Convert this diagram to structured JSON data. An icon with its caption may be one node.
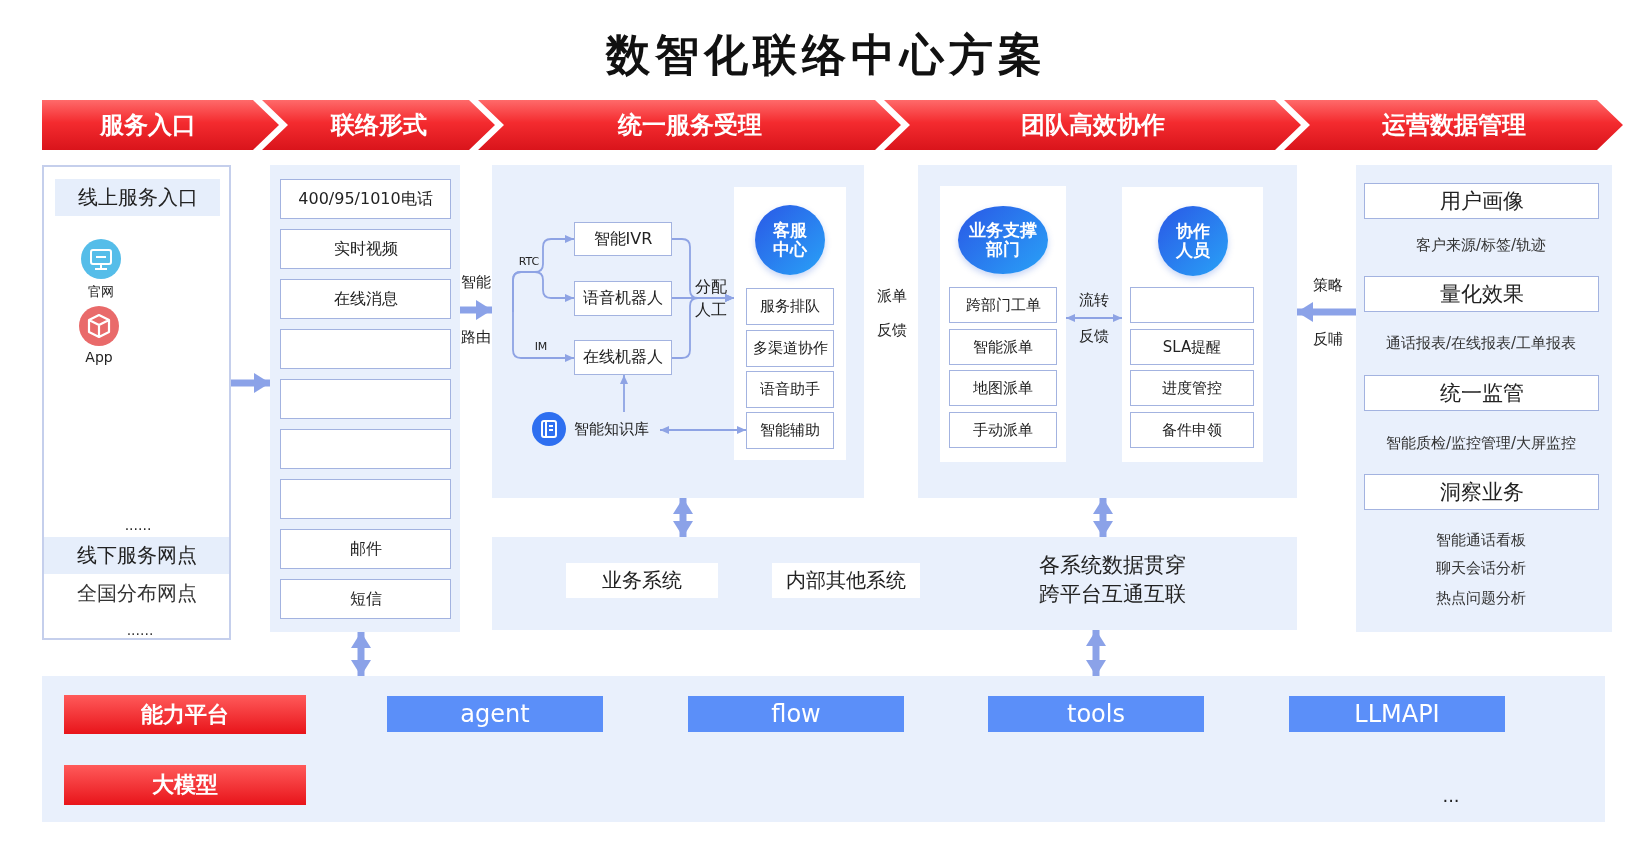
{
  "diagram": {
    "title": "数智化联络中心方案",
    "nodes": [
      {
        "text": [
          "服务入口"
        ]
      },
      {
        "text": [
          "联络形式"
        ]
      },
      {
        "text": [
          "统一服务受理"
        ]
      },
      {
        "text": [
          "团队高效协作"
        ]
      },
      {
        "text": [
          "运营数据管理"
        ]
      },
      {
        "text": [],
        "shape": "box"
      },
      {
        "text": [
          "线上服务入口"
        ],
        "in": 5
      },
      {
        "text": [
          "线下服务网点"
        ],
        "in": 5,
        "beside": [
          "全国分布网点",
          "......"
        ]
      },
      {
        "text": [],
        "shape": "box"
      },
      {
        "text": [
          "400/95/1010电话"
        ],
        "in": 8
      },
      {
        "text": [
          "实时视频"
        ],
        "in": 8
      },
      {
        "text": [
          "在线消息"
        ],
        "in": 8
      },
      {
        "text": [],
        "shape": "box",
        "in": 8
      },
      {
        "text": [],
        "shape": "box",
        "in": 8
      },
      {
        "text": [],
        "shape": "box",
        "in": 8
      },
      {
        "text": [],
        "shape": "box",
        "in": 8
      },
      {
        "text": [
          "邮件"
        ],
        "in": 8
      },
      {
        "text": [
          "短信"
        ],
        "in": 8
      },
      {
        "text": [],
        "shape": "box"
      },
      {
        "text": [
          "智能IVR"
        ],
        "in": 18
      },
      {
        "text": [
          "语音机器人"
        ],
        "in": 18
      },
      {
        "text": [
          "在线机器人"
        ],
        "in": 18
      },
      {
        "text": [
          "智能知识库"
        ],
        "in": 18
      },
      {
        "text": [],
        "shape": "box",
        "in": 18
      },
      {
        "text": [
          "客服中心"
        ],
        "in": 23
      },
      {
        "text": [
          "服务排队"
        ],
        "in": 23
      },
      {
        "text": [
          "多渠道协作"
        ],
        "in": 23
      },
      {
        "text": [
          "语音助手"
        ],
        "in": 23
      },
      {
        "text": [
          "智能辅助"
        ],
        "in": 23
      },
      {
        "text": [],
        "shape": "box"
      },
      {
        "text": [],
        "shape": "box",
        "in": 29
      },
      {
        "text": [
          "业务支撑部门"
        ],
        "in": 30
      },
      {
        "text": [
          "跨部门工单"
        ],
        "in": 30
      },
      {
        "text": [
          "智能派单"
        ],
        "in": 30
      },
      {
        "text": [
          "地图派单"
        ],
        "in": 30
      },
      {
        "text": [
          "手动派单"
        ],
        "in": 30
      },
      {
        "text": [],
        "shape": "box",
        "in": 29
      },
      {
        "text": [
          "协作人员"
        ],
        "in": 36
      },
      {
        "text": [],
        "shape": "box",
        "in": 36
      },
      {
        "text": [
          "SLA提醒"
        ],
        "in": 36
      },
      {
        "text": [
          "进度管控"
        ],
        "in": 36
      },
      {
        "text": [
          "备件申领"
        ],
        "in": 36
      },
      {
        "text": [],
        "shape": "box"
      },
      {
        "text": [
          "用户画像"
        ],
        "in": 42,
        "beside": [
          "客户来源/标签/轨迹"
        ]
      },
      {
        "text": [
          "量化效果"
        ],
        "in": 42,
        "beside": [
          "通话报表/在线报表/工单报表"
        ]
      },
      {
        "text": [
          "统一监管"
        ],
        "in": 42,
        "beside": [
          "智能质检/监控管理/大屏监控"
        ]
      },
      {
        "text": [
          "洞察业务"
        ],
        "in": 42,
        "beside": [
          "智能通话看板",
          "聊天会话分析",
          "热点问题分析"
        ]
      },
      {
        "text": [
          "各系统数据贯穿跨平台互通互联"
        ]
      },
      {
        "text": [
          "业务系统"
        ],
        "in": 47
      },
      {
        "text": [
          "内部其他系统"
        ],
        "in": 47
      },
      {
        "text": [],
        "shape": "box"
      },
      {
        "text": [
          "能力平台"
        ],
        "in": 50
      },
      {
        "text": [
          "agent"
        ],
        "in": 50
      },
      {
        "text": [
          "flow"
        ],
        "in": 50
      },
      {
        "text": [
          "tools"
        ],
        "in": 50
      },
      {
        "text": [
          "LLMAPI"
        ],
        "in": 50
      },
      {
        "text": [
          "大模型"
        ],
        "in": 50
      }
    ],
    "edges": [
      {
        "from": 5,
        "to": 8,
        "arrow": "to",
        "style": "thick"
      },
      {
        "from": 8,
        "to": 18,
        "arrow": "to",
        "label": "智能路由",
        "style": "thick"
      },
      {
        "from": null,
        "to": 19,
        "arrow": "to",
        "label": "RTC"
      },
      {
        "from": null,
        "to": 20,
        "arrow": "to"
      },
      {
        "from": null,
        "to": 21,
        "arrow": "to",
        "label": "IM"
      },
      {
        "from": 19,
        "to": 23,
        "arrow": "to"
      },
      {
        "from": 20,
        "to": 23,
        "arrow": "to",
        "label": "分配人工"
      },
      {
        "from": 21,
        "to": 23,
        "arrow": "to"
      },
      {
        "from": 22,
        "to": 21,
        "arrow": "to"
      },
      {
        "from": 22,
        "to": 28,
        "arrow": "both"
      },
      {
        "from": 30,
        "to": 36,
        "arrow": "both",
        "label": "流转反馈"
      },
      {
        "from": 42,
        "to": 29,
        "arrow": "to",
        "label": "策略反哺",
        "style": "thick"
      },
      {
        "from": 18,
        "to": 47,
        "arrow": "both",
        "style": "thick"
      },
      {
        "from": 29,
        "to": 47,
        "arrow": "both",
        "style": "thick"
      },
      {
        "from": 8,
        "to": 50,
        "arrow": "both",
        "style": "thick"
      },
      {
        "from": 47,
        "to": 50,
        "arrow": "both",
        "style": "thick"
      }
    ],
    "labels": [
      "官网",
      "App",
      "......",
      "派单",
      "反馈",
      "..."
    ]
  }
}
